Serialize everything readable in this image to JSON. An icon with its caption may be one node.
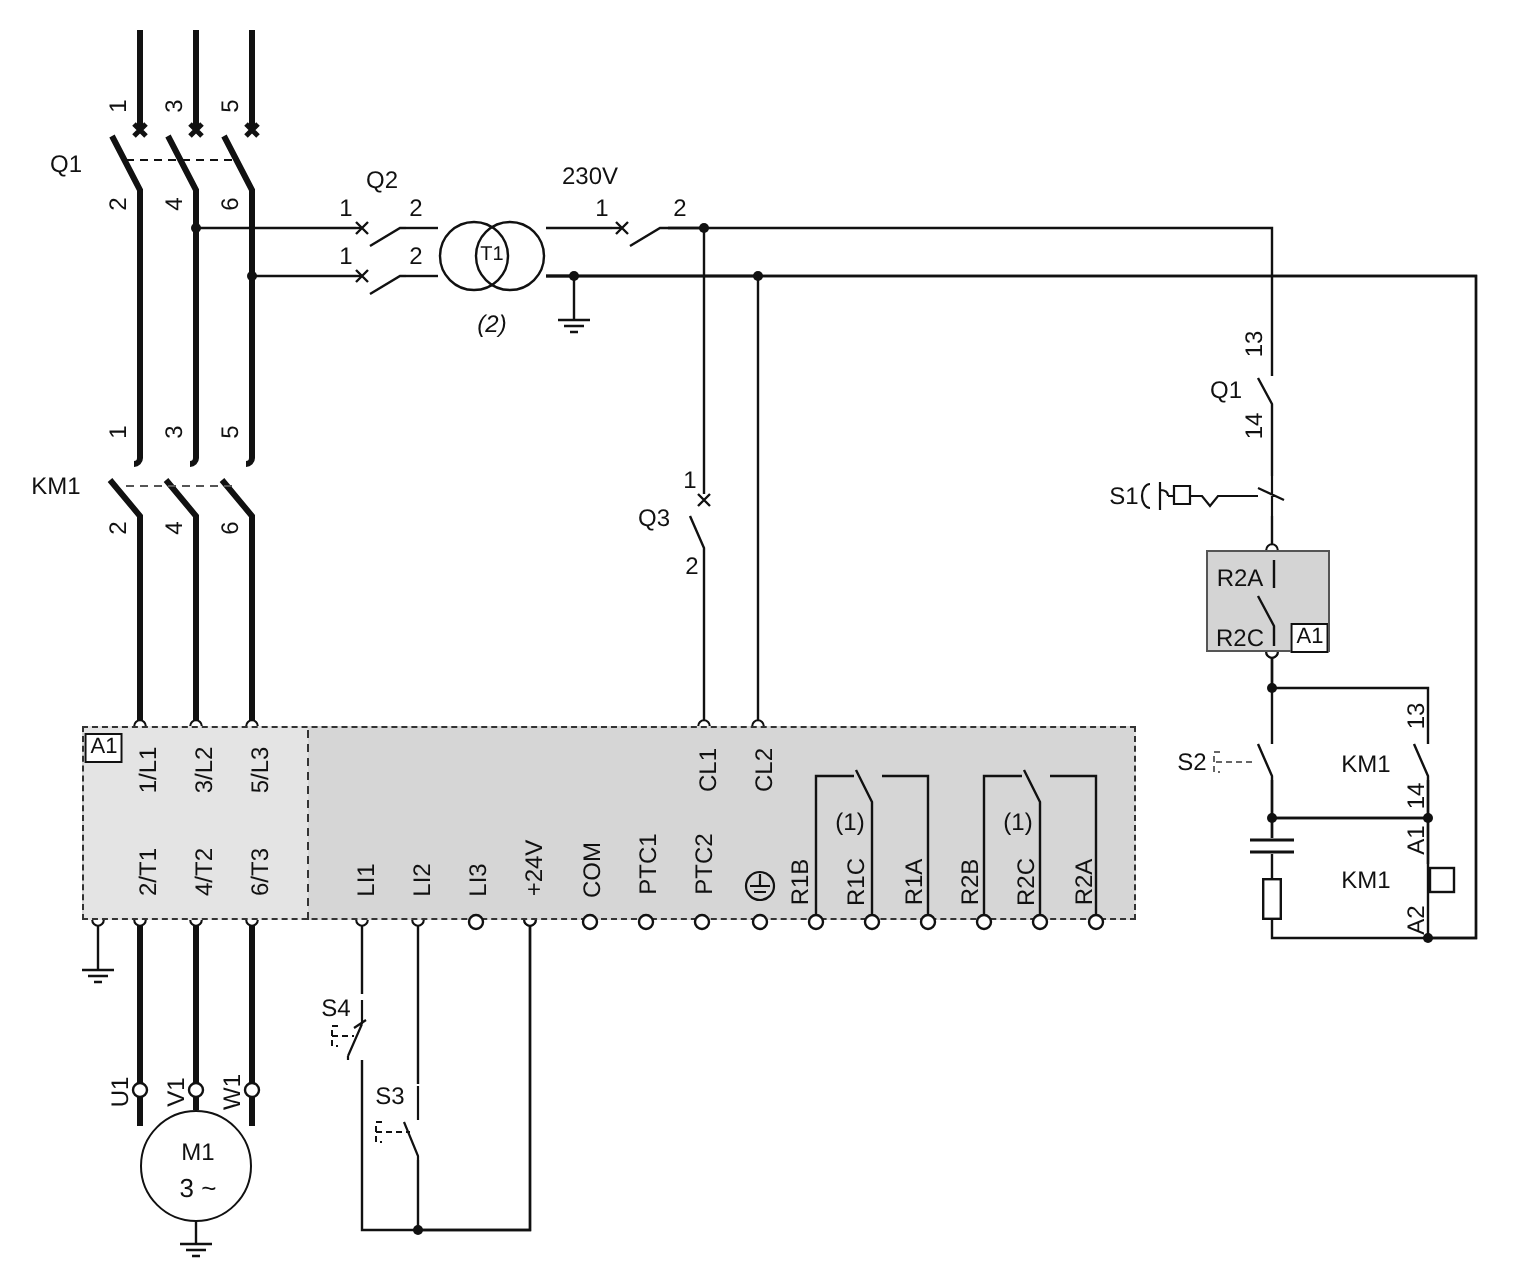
{
  "diagram": {
    "nodes": [
      {
        "text": [
          "A1",
          "1/L1",
          "3/L2",
          "5/L3",
          "CL1",
          "CL2",
          "(1)",
          "(1)",
          "2/T1",
          "4/T2",
          "6/T3",
          "LI1",
          "LI2",
          "LI3",
          "+24V",
          "COM",
          "PTC1",
          "PTC2",
          "R1B",
          "R1C",
          "R1A",
          "R2B",
          "R2C",
          "R2A"
        ]
      },
      {
        "text": [
          "T1"
        ],
        "beside": [
          "(2)"
        ]
      },
      {
        "text": [
          "R2A",
          "R2C",
          "A1"
        ]
      },
      {
        "text": [
          "M1",
          "3 ~"
        ],
        "beside": [
          "U1",
          "V1",
          "W1"
        ]
      },
      {
        "text": [
          "Q1"
        ],
        "beside": [
          "1",
          "3",
          "5",
          "2",
          "4",
          "6"
        ]
      },
      {
        "text": [
          "KM1"
        ],
        "beside": [
          "1",
          "3",
          "5",
          "2",
          "4",
          "6"
        ]
      },
      {
        "text": [
          "Q2"
        ],
        "beside": [
          "1",
          "2",
          "1",
          "2"
        ]
      },
      {
        "text": [],
        "shape": "switch",
        "beside": [
          "1",
          "2"
        ]
      },
      {
        "text": [
          "Q3"
        ],
        "beside": [
          "1",
          "2"
        ]
      },
      {
        "text": [
          "Q1"
        ],
        "beside": [
          "13",
          "14"
        ]
      },
      {
        "text": [
          "S1"
        ]
      },
      {
        "text": [
          "S2"
        ]
      },
      {
        "text": [
          "KM1"
        ],
        "beside": [
          "13",
          "14"
        ]
      },
      {
        "text": [],
        "shape": "capacitor"
      },
      {
        "text": [],
        "shape": "resistor"
      },
      {
        "text": [
          "KM1"
        ],
        "beside": [
          "A1",
          "A2"
        ]
      },
      {
        "text": [
          "S4"
        ]
      },
      {
        "text": [
          "S3"
        ]
      },
      {
        "text": [],
        "shape": "ground"
      },
      {
        "text": [],
        "shape": "ground"
      },
      {
        "text": [],
        "shape": "ground"
      }
    ],
    "edges": [
      {
        "from": null,
        "to": 4,
        "arrow": "none",
        "style": "thick"
      },
      {
        "from": null,
        "to": 4,
        "arrow": "none",
        "style": "thick"
      },
      {
        "from": null,
        "to": 4,
        "arrow": "none",
        "style": "thick"
      },
      {
        "from": 4,
        "to": 5,
        "arrow": "none",
        "style": "thick"
      },
      {
        "from": 4,
        "to": 5,
        "arrow": "none",
        "style": "thick"
      },
      {
        "from": 4,
        "to": 5,
        "arrow": "none",
        "style": "thick"
      },
      {
        "from": 5,
        "to": 0,
        "arrow": "other",
        "style": "thick"
      },
      {
        "from": 5,
        "to": 0,
        "arrow": "other",
        "style": "thick"
      },
      {
        "from": 5,
        "to": 0,
        "arrow": "other",
        "style": "thick"
      },
      {
        "from": 0,
        "to": 3,
        "arrow": "other",
        "style": "thick"
      },
      {
        "from": 0,
        "to": 3,
        "arrow": "other",
        "style": "thick"
      },
      {
        "from": 0,
        "to": 3,
        "arrow": "other",
        "style": "thick"
      },
      {
        "from": 4,
        "to": 6,
        "arrow": "none"
      },
      {
        "from": 4,
        "to": 6,
        "arrow": "none"
      },
      {
        "from": 6,
        "to": 1,
        "arrow": "none"
      },
      {
        "from": 6,
        "to": 1,
        "arrow": "none"
      },
      {
        "from": 1,
        "to": 7,
        "arrow": "none"
      },
      {
        "from": 7,
        "to": 8,
        "arrow": "none"
      },
      {
        "from": 7,
        "to": 9,
        "arrow": "none"
      },
      {
        "from": 8,
        "to": 0,
        "arrow": "other"
      },
      {
        "from": 1,
        "to": 18,
        "arrow": "none"
      },
      {
        "from": 1,
        "to": 0,
        "arrow": "other"
      },
      {
        "from": 1,
        "to": 15,
        "arrow": "none"
      },
      {
        "from": 1,
        "to": 14,
        "arrow": "none"
      },
      {
        "from": 9,
        "to": 10,
        "arrow": "none"
      },
      {
        "from": 10,
        "to": 2,
        "arrow": "other"
      },
      {
        "from": 2,
        "to": 11,
        "arrow": "other"
      },
      {
        "from": 2,
        "to": 12,
        "arrow": "other"
      },
      {
        "from": 11,
        "to": 13,
        "arrow": "none"
      },
      {
        "from": 11,
        "to": 15,
        "arrow": "none"
      },
      {
        "from": 12,
        "to": 13,
        "arrow": "none"
      },
      {
        "from": 12,
        "to": 15,
        "arrow": "none"
      },
      {
        "from": 13,
        "to": 14,
        "arrow": "none"
      },
      {
        "from": 0,
        "to": 19,
        "arrow": "other"
      },
      {
        "from": 3,
        "to": 20,
        "arrow": "none"
      },
      {
        "from": 0,
        "to": 16,
        "arrow": "other"
      },
      {
        "from": 0,
        "to": 17,
        "arrow": "other"
      },
      {
        "from": 16,
        "to": 0,
        "arrow": "other"
      },
      {
        "from": 17,
        "to": 0,
        "arrow": "other"
      }
    ],
    "labels": [
      "230V"
    ]
  }
}
